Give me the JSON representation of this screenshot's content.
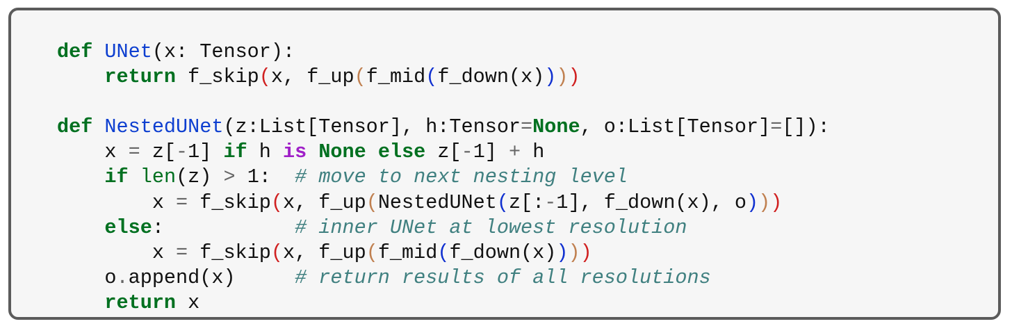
{
  "code_lines": [
    [
      {
        "t": "def",
        "c": "kw"
      },
      {
        "t": " "
      },
      {
        "t": "UNet",
        "c": "fn"
      },
      {
        "t": "(x: Tensor):"
      }
    ],
    [
      {
        "t": "    "
      },
      {
        "t": "return",
        "c": "kw"
      },
      {
        "t": " f_skip"
      },
      {
        "t": "(",
        "c": "p1"
      },
      {
        "t": "x, f_up"
      },
      {
        "t": "(",
        "c": "p2"
      },
      {
        "t": "f_mid"
      },
      {
        "t": "(",
        "c": "p3"
      },
      {
        "t": "f_down(x)"
      },
      {
        "t": ")",
        "c": "p3"
      },
      {
        "t": ")",
        "c": "p2"
      },
      {
        "t": ")",
        "c": "p1"
      }
    ],
    [],
    [
      {
        "t": "def",
        "c": "kw"
      },
      {
        "t": " "
      },
      {
        "t": "NestedUNet",
        "c": "fn"
      },
      {
        "t": "(z:List[Tensor], h:Tensor"
      },
      {
        "t": "=",
        "c": "op"
      },
      {
        "t": "None",
        "c": "kw"
      },
      {
        "t": ", o:List[Tensor]"
      },
      {
        "t": "=",
        "c": "op"
      },
      {
        "t": "[]):"
      }
    ],
    [
      {
        "t": "    x "
      },
      {
        "t": "=",
        "c": "op"
      },
      {
        "t": " z["
      },
      {
        "t": "-",
        "c": "op"
      },
      {
        "t": "1] "
      },
      {
        "t": "if",
        "c": "kw"
      },
      {
        "t": " h "
      },
      {
        "t": "is",
        "c": "wd"
      },
      {
        "t": " "
      },
      {
        "t": "None",
        "c": "kw"
      },
      {
        "t": " "
      },
      {
        "t": "else",
        "c": "kw"
      },
      {
        "t": " z["
      },
      {
        "t": "-",
        "c": "op"
      },
      {
        "t": "1] "
      },
      {
        "t": "+",
        "c": "op"
      },
      {
        "t": " h"
      }
    ],
    [
      {
        "t": "    "
      },
      {
        "t": "if",
        "c": "kw"
      },
      {
        "t": " "
      },
      {
        "t": "len",
        "c": "bi"
      },
      {
        "t": "(z) "
      },
      {
        "t": ">",
        "c": "op"
      },
      {
        "t": " 1:  "
      },
      {
        "t": "# move to next nesting level",
        "c": "cm"
      }
    ],
    [
      {
        "t": "        x "
      },
      {
        "t": "=",
        "c": "op"
      },
      {
        "t": " f_skip"
      },
      {
        "t": "(",
        "c": "p1"
      },
      {
        "t": "x, f_up"
      },
      {
        "t": "(",
        "c": "p2"
      },
      {
        "t": "NestedUNet"
      },
      {
        "t": "(",
        "c": "p3"
      },
      {
        "t": "z[:"
      },
      {
        "t": "-",
        "c": "op"
      },
      {
        "t": "1], f_down(x), o"
      },
      {
        "t": ")",
        "c": "p3"
      },
      {
        "t": ")",
        "c": "p2"
      },
      {
        "t": ")",
        "c": "p1"
      }
    ],
    [
      {
        "t": "    "
      },
      {
        "t": "else",
        "c": "kw"
      },
      {
        "t": ":           "
      },
      {
        "t": "# inner UNet at lowest resolution",
        "c": "cm"
      }
    ],
    [
      {
        "t": "        x "
      },
      {
        "t": "=",
        "c": "op"
      },
      {
        "t": " f_skip"
      },
      {
        "t": "(",
        "c": "p1"
      },
      {
        "t": "x, f_up"
      },
      {
        "t": "(",
        "c": "p2"
      },
      {
        "t": "f_mid"
      },
      {
        "t": "(",
        "c": "p3"
      },
      {
        "t": "f_down(x)"
      },
      {
        "t": ")",
        "c": "p3"
      },
      {
        "t": ")",
        "c": "p2"
      },
      {
        "t": ")",
        "c": "p1"
      }
    ],
    [
      {
        "t": "    o"
      },
      {
        "t": ".",
        "c": "op"
      },
      {
        "t": "append(x)     "
      },
      {
        "t": "# return results of all resolutions",
        "c": "cm"
      }
    ],
    [
      {
        "t": "    "
      },
      {
        "t": "return",
        "c": "kw"
      },
      {
        "t": " x"
      }
    ]
  ]
}
